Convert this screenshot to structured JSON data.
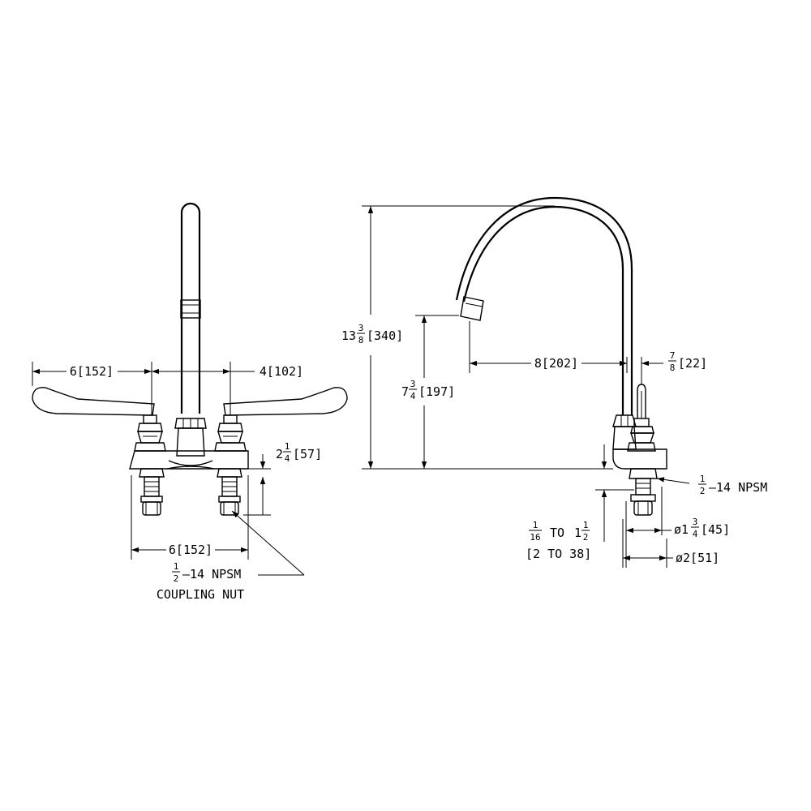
{
  "front_view": {
    "dim_handle_reach": "6[152]",
    "dim_spout_offset": "4[102]",
    "dim_shank_len_whole": "2",
    "dim_shank_len_num": "1",
    "dim_shank_len_den": "4",
    "dim_shank_len_mm": "[57]",
    "dim_centers": "6[152]",
    "thread_num": "1",
    "thread_den": "2",
    "thread_spec": "–14 NPSM",
    "coupling_label": "COUPLING NUT"
  },
  "side_view": {
    "dim_height_whole": "13",
    "dim_height_num": "3",
    "dim_height_den": "8",
    "dim_height_mm": "[340]",
    "dim_spout_h_whole": "7",
    "dim_spout_h_num": "3",
    "dim_spout_h_den": "4",
    "dim_spout_h_mm": "[197]",
    "dim_reach": "8[202]",
    "dim_handle_num": "7",
    "dim_handle_den": "8",
    "dim_handle_mm": "[22]",
    "thread_num": "1",
    "thread_den": "2",
    "thread_spec": "–14 NPSM",
    "deck_min_num": "1",
    "deck_min_den": "16",
    "deck_to": "TO",
    "deck_max_whole": "1",
    "deck_max_num": "1",
    "deck_max_den": "2",
    "deck_mm": "[2 TO 38]",
    "dia_shank_prefix": "ø1",
    "dia_shank_num": "3",
    "dia_shank_den": "4",
    "dia_shank_mm": "[45]",
    "dia_flange": "ø2[51]"
  }
}
